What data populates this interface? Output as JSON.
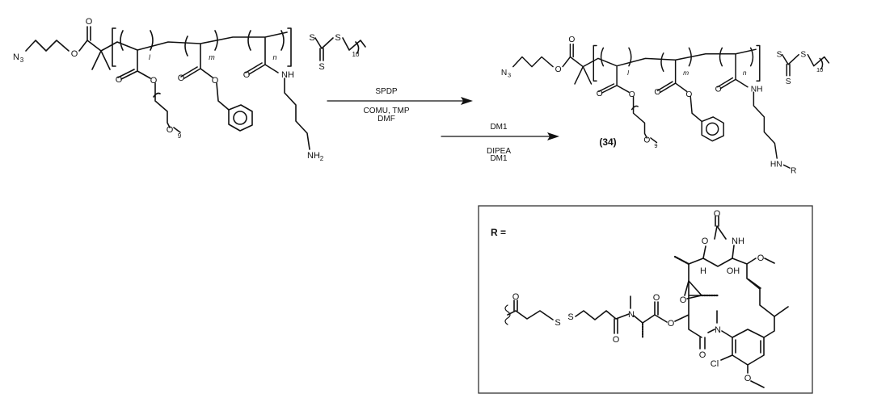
{
  "reactant": {
    "azide": "N",
    "azide_sub": "3",
    "o_carbonyl": "O",
    "o_ester": "O",
    "unit_labels": [
      "l",
      "m",
      "n"
    ],
    "peg_o": "O",
    "peg_sub": "9",
    "nh": "NH",
    "amine": "NH",
    "amine_sub": "2",
    "s1": "S",
    "s2": "S",
    "s3": "S",
    "alkyl_sub": "10"
  },
  "product": {
    "azide": "N",
    "azide_sub": "3",
    "o_carbonyl": "O",
    "o_ester": "O",
    "unit_labels": [
      "l",
      "m",
      "n"
    ],
    "peg_o": "O",
    "peg_sub": "9",
    "nh": "NH",
    "amine": "HN",
    "amine_r": "R",
    "s1": "S",
    "s2": "S",
    "s3": "S",
    "alkyl_sub": "10",
    "compound_number": "(34)"
  },
  "arrow1": {
    "above": "SPDP",
    "below1": "COMU, TMP",
    "below2": "DMF"
  },
  "arrow2": {
    "above": "DM1",
    "below1": "DIPEA",
    "below2": "DM1"
  },
  "r_group": {
    "label": "R =",
    "atoms": {
      "o1": "O",
      "s1": "S",
      "s2": "S",
      "o2": "O",
      "n1": "N",
      "o3": "O",
      "o4": "O",
      "o_epox": "O",
      "o_carb": "O",
      "o_ring": "O",
      "nh": "NH",
      "h": "H",
      "oh": "OH",
      "o_me": "O",
      "n2": "N",
      "o_amide": "O",
      "cl": "Cl",
      "o_ar": "O"
    }
  }
}
